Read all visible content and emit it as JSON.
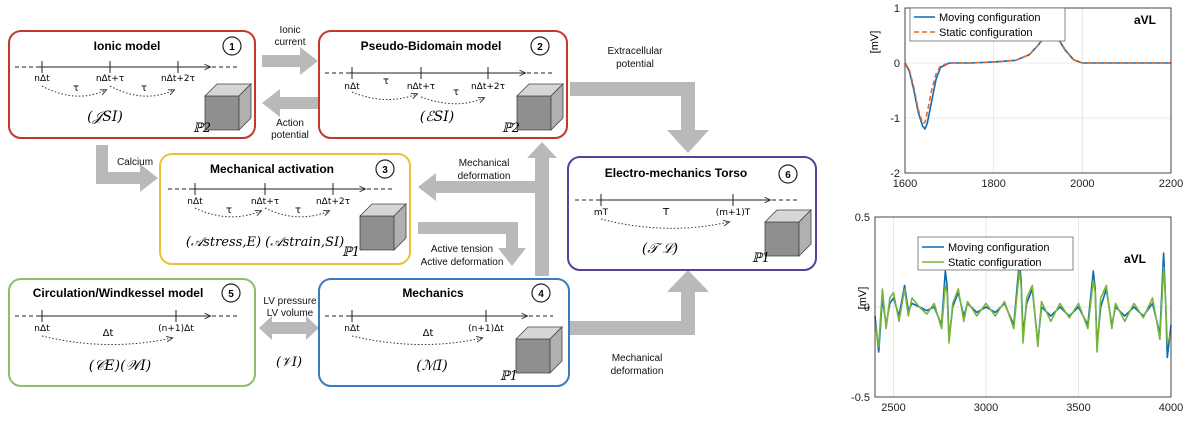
{
  "colors": {
    "red": "#c0392b",
    "yellow": "#e8c33a",
    "purple": "#5b3f99",
    "green": "#8bbf6a",
    "blue": "#3b7abf",
    "arrow_gray": "#b9b9b9",
    "series_blue": "#0b6bb5",
    "series_orange": "#e8672a",
    "series_green": "#79b53b"
  },
  "boxes": {
    "ionic": {
      "title": "Ionic model",
      "number": "1",
      "ticks": [
        "nΔt",
        "nΔt+τ",
        "nΔt+2τ"
      ],
      "steps": [
        "τ",
        "τ"
      ],
      "formula": "(𝒥SI)",
      "space": "ℙ2"
    },
    "bidomain": {
      "title": "Pseudo-Bidomain model",
      "number": "2",
      "ticks": [
        "nΔt",
        "nΔt+τ",
        "nΔt+2τ"
      ],
      "steps": [
        "τ",
        "τ"
      ],
      "formula": "(ℰSI)",
      "space": "ℙ2"
    },
    "activation": {
      "title": "Mechanical activation",
      "number": "3",
      "ticks": [
        "nΔt",
        "nΔt+τ",
        "nΔt+2τ"
      ],
      "steps": [
        "τ",
        "τ"
      ],
      "formula": "(𝒜stress,E) (𝒜strain,SI)",
      "space": "ℙ1"
    },
    "mechanics": {
      "title": "Mechanics",
      "number": "4",
      "ticks": [
        "nΔt",
        "(n+1)Δt"
      ],
      "steps": [
        "Δt"
      ],
      "formula": "(ℳI)",
      "space": "ℙ1"
    },
    "windkessel": {
      "title": "Circulation/Windkessel model",
      "number": "5",
      "ticks": [
        "nΔt",
        "(n+1)Δt"
      ],
      "steps": [
        "Δt"
      ],
      "formula": "(𝒞E)(𝒲I)"
    },
    "torso": {
      "title": "Electro-mechanics Torso",
      "number": "6",
      "ticks": [
        "mΤ",
        "(m+1)Τ"
      ],
      "steps": [
        "Τ"
      ],
      "formula": "(𝒯 ℒ)",
      "space": "ℙ1"
    }
  },
  "arrows": {
    "ionic_current": [
      "Ionic",
      "current"
    ],
    "action_potential": [
      "Action",
      "potential"
    ],
    "calcium": "Calcium",
    "extracellular": [
      "Extracellular",
      "potential"
    ],
    "mech_deformation_top": [
      "Mechanical",
      "deformation"
    ],
    "active_tension": [
      "Active tension",
      "Active deformation"
    ],
    "lv": [
      "LV pressure",
      "LV volume"
    ],
    "coupling_formula": "(𝒱I)",
    "mech_deformation_bottom": [
      "Mechanical",
      "deformation"
    ]
  },
  "chart_data": [
    {
      "type": "line",
      "title": "aVL",
      "ylabel": "[mV]",
      "xlim": [
        1600,
        2200
      ],
      "ylim": [
        -2,
        1
      ],
      "xticks": [
        "1600",
        "1800",
        "2000",
        "2200"
      ],
      "yticks": [
        "1",
        "0",
        "-1",
        "-2"
      ],
      "legend_position": "top-left",
      "grid": true,
      "series": [
        {
          "name": "Moving configuration",
          "style": "solid",
          "x": [
            1600,
            1610,
            1620,
            1630,
            1640,
            1645,
            1650,
            1660,
            1670,
            1680,
            1700,
            1750,
            1800,
            1850,
            1880,
            1900,
            1915,
            1930,
            1945,
            1960,
            1980,
            2000,
            2050,
            2100,
            2150,
            2200
          ],
          "y": [
            0.0,
            -0.15,
            -0.5,
            -0.9,
            -1.15,
            -1.2,
            -1.1,
            -0.7,
            -0.3,
            -0.08,
            0.0,
            0.0,
            0.02,
            0.05,
            0.15,
            0.32,
            0.48,
            0.53,
            0.45,
            0.25,
            0.06,
            0.0,
            0.0,
            0.0,
            0.0,
            0.0
          ]
        },
        {
          "name": "Static configuration",
          "style": "dashed",
          "x": [
            1600,
            1610,
            1620,
            1630,
            1640,
            1645,
            1650,
            1660,
            1670,
            1680,
            1700,
            1750,
            1800,
            1850,
            1880,
            1900,
            1915,
            1930,
            1945,
            1960,
            1980,
            2000,
            2050,
            2100,
            2150,
            2200
          ],
          "y": [
            0.0,
            -0.12,
            -0.45,
            -0.85,
            -1.1,
            -1.08,
            -0.9,
            -0.5,
            -0.2,
            -0.05,
            0.0,
            0.0,
            0.02,
            0.05,
            0.15,
            0.32,
            0.48,
            0.54,
            0.46,
            0.26,
            0.06,
            0.0,
            0.0,
            0.0,
            0.0,
            0.0
          ]
        }
      ]
    },
    {
      "type": "line",
      "title": "aVL",
      "ylabel": "[mV]",
      "xlim": [
        2400,
        4000
      ],
      "ylim": [
        -0.5,
        0.5
      ],
      "xticks": [
        "2500",
        "3000",
        "3500",
        "4000"
      ],
      "yticks": [
        "0.5",
        "0",
        "-0.5"
      ],
      "legend_position": "top-left",
      "grid": true,
      "series": [
        {
          "name": "Moving configuration",
          "style": "solid",
          "x": [
            2400,
            2420,
            2440,
            2460,
            2480,
            2500,
            2530,
            2560,
            2580,
            2600,
            2640,
            2680,
            2720,
            2760,
            2780,
            2790,
            2800,
            2820,
            2850,
            2880,
            2900,
            2950,
            3000,
            3050,
            3100,
            3150,
            3180,
            3190,
            3200,
            3220,
            3250,
            3280,
            3300,
            3350,
            3400,
            3450,
            3500,
            3550,
            3580,
            3590,
            3600,
            3620,
            3650,
            3680,
            3700,
            3750,
            3800,
            3850,
            3900,
            3940,
            3960,
            3970,
            3980,
            4000
          ],
          "y": [
            -0.05,
            -0.25,
            0.05,
            -0.1,
            0.02,
            0.05,
            -0.05,
            0.12,
            -0.02,
            0.02,
            0.0,
            -0.02,
            0.0,
            -0.1,
            0.2,
            0.12,
            -0.18,
            0.0,
            0.08,
            -0.05,
            0.02,
            -0.03,
            0.0,
            -0.03,
            0.02,
            -0.1,
            0.25,
            0.15,
            -0.15,
            0.02,
            0.1,
            -0.2,
            0.0,
            -0.05,
            0.0,
            -0.05,
            0.0,
            -0.1,
            0.2,
            0.1,
            -0.22,
            0.0,
            0.1,
            -0.1,
            0.0,
            -0.05,
            0.0,
            -0.05,
            0.02,
            -0.15,
            0.3,
            0.05,
            -0.28,
            -0.1
          ]
        },
        {
          "name": "Static configuration",
          "style": "solid",
          "x": [
            2400,
            2420,
            2440,
            2460,
            2480,
            2500,
            2530,
            2560,
            2580,
            2600,
            2640,
            2680,
            2720,
            2760,
            2780,
            2790,
            2800,
            2820,
            2850,
            2880,
            2900,
            2950,
            3000,
            3050,
            3100,
            3150,
            3180,
            3190,
            3200,
            3220,
            3250,
            3280,
            3300,
            3350,
            3400,
            3450,
            3500,
            3550,
            3580,
            3590,
            3600,
            3620,
            3650,
            3680,
            3700,
            3750,
            3800,
            3850,
            3900,
            3940,
            3960,
            3970,
            3980,
            4000
          ],
          "y": [
            -0.08,
            -0.22,
            0.1,
            -0.12,
            0.05,
            0.08,
            -0.08,
            0.1,
            -0.05,
            0.05,
            0.0,
            -0.04,
            0.02,
            -0.12,
            0.12,
            0.08,
            -0.2,
            0.02,
            0.1,
            -0.08,
            0.03,
            -0.05,
            0.02,
            -0.05,
            0.03,
            -0.12,
            0.2,
            0.12,
            -0.2,
            0.05,
            0.12,
            -0.22,
            0.03,
            -0.08,
            0.02,
            -0.06,
            0.02,
            -0.12,
            0.15,
            0.08,
            -0.25,
            0.05,
            0.12,
            -0.12,
            0.02,
            -0.08,
            0.02,
            -0.06,
            0.05,
            -0.18,
            0.22,
            0.05,
            -0.2,
            -0.15
          ]
        }
      ]
    }
  ]
}
